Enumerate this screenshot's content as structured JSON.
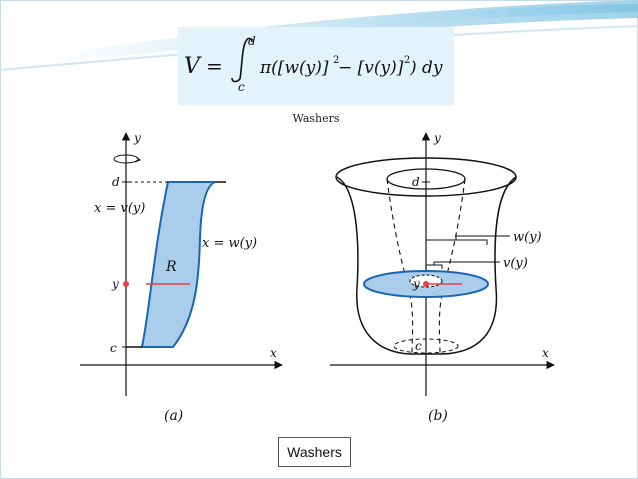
{
  "formula": {
    "lhs": "V",
    "equals": "=",
    "integral_upper": "d",
    "integral_lower": "c",
    "integrand": "π([w(y)]",
    "exp1": "2",
    "minus": " − [v(y)]",
    "exp2": "2",
    "tail": ") dy",
    "subtitle": "Washers"
  },
  "figure_a": {
    "axis_y": "y",
    "axis_x": "x",
    "label_d": "d",
    "label_c": "c",
    "label_y": "y",
    "left_curve": "x = v(y)",
    "right_curve": "x = w(y)",
    "region": "R",
    "caption": "(a)"
  },
  "figure_b": {
    "axis_y": "y",
    "axis_x": "x",
    "label_d": "d",
    "label_c": "c",
    "label_y": "y",
    "outer_radius": "w(y)",
    "inner_radius": "v(y)",
    "caption": "(b)"
  },
  "caption_box": "Washers",
  "colors": {
    "region_fill": "#a9cdea",
    "region_stroke": "#1a66b0",
    "highlight": "#e0404a",
    "formula_bg": "#e3f3fb"
  }
}
